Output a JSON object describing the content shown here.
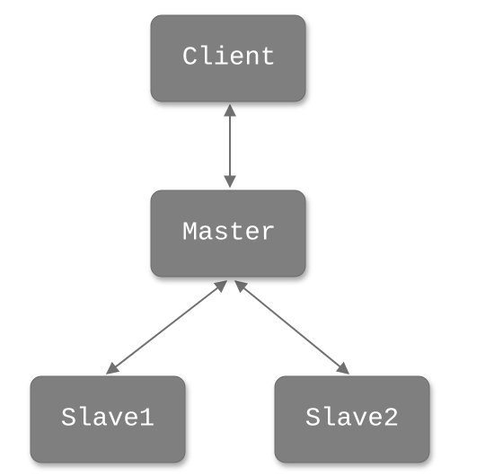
{
  "diagram": {
    "nodes": {
      "client": {
        "label": "Client"
      },
      "master": {
        "label": "Master"
      },
      "slave1": {
        "label": "Slave1"
      },
      "slave2": {
        "label": "Slave2"
      }
    },
    "edges": [
      {
        "from": "client",
        "to": "master",
        "direction": "both"
      },
      {
        "from": "master",
        "to": "slave1",
        "direction": "both"
      },
      {
        "from": "master",
        "to": "slave2",
        "direction": "both"
      }
    ],
    "colors": {
      "node_fill": "#7f7f7f",
      "node_text": "#ffffff",
      "edge": "#707070"
    }
  }
}
